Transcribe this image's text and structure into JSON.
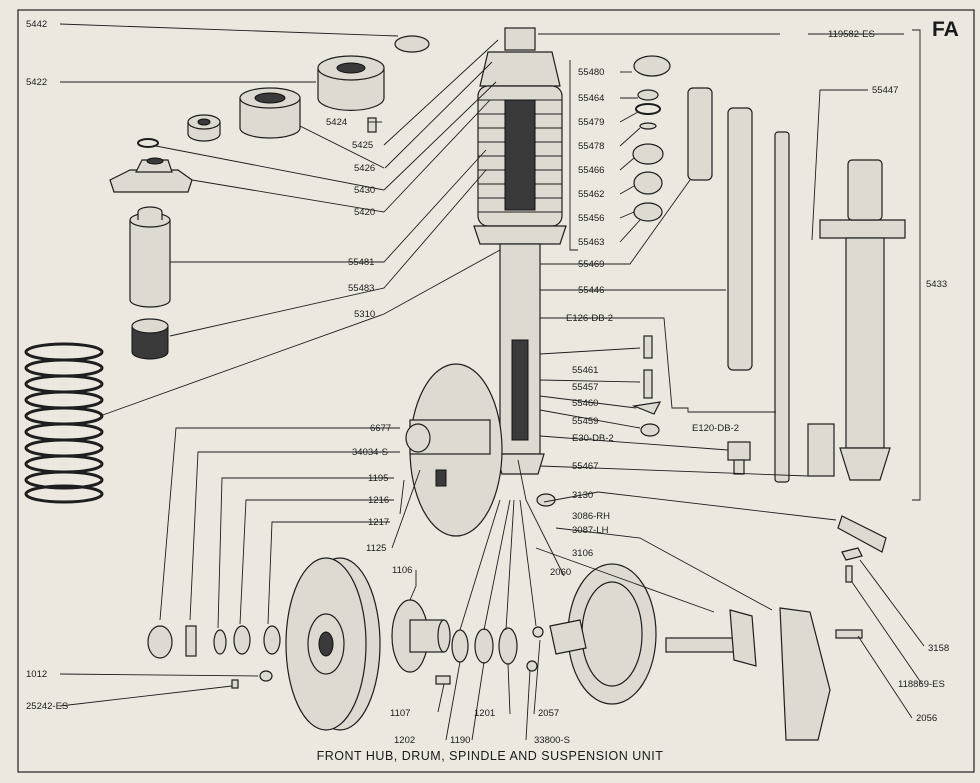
{
  "sheet_code": "FA",
  "caption": "FRONT HUB, DRUM, SPINDLE AND SUSPENSION UNIT",
  "labels": {
    "p5442": "5442",
    "p5422": "5422",
    "p5424": "5424",
    "p5425": "5425",
    "p5426": "5426",
    "p5430": "5430",
    "p5420": "5420",
    "p55481": "55481",
    "p55483": "55483",
    "p5310": "5310",
    "p119582": "119582-ES",
    "p55480": "55480",
    "p55464": "55464",
    "p55479": "55479",
    "p55478": "55478",
    "p55466": "55466",
    "p55462": "55462",
    "p55456": "55456",
    "p55463": "55463",
    "p55469": "55469",
    "p55446": "55446",
    "pE126": "E126-DB-2",
    "p55447": "55447",
    "p5433": "5433",
    "p55461": "55461",
    "p55457": "55457",
    "p55460": "55460",
    "p55459": "55459",
    "pE30": "E30-DB-2",
    "p55467": "55467",
    "pE120": "E120-DB-2",
    "p3130": "3130",
    "p3086": "3086-RH",
    "p3087": "3087-LH",
    "p3106": "3106",
    "p6677": "6677",
    "p34034": "34034-S",
    "p1195": "1195",
    "p1216": "1216",
    "p1217": "1217",
    "p1125": "1125",
    "p1106": "1106",
    "p2060": "2060",
    "p1012": "1012",
    "p25242": "25242-ES",
    "p1107": "1107",
    "p1202": "1202",
    "p1190": "1190",
    "p1201": "1201",
    "p2057": "2057",
    "p33800": "33800-S",
    "p3158": "3158",
    "p118869": "118869-ES",
    "p2056": "2056"
  }
}
